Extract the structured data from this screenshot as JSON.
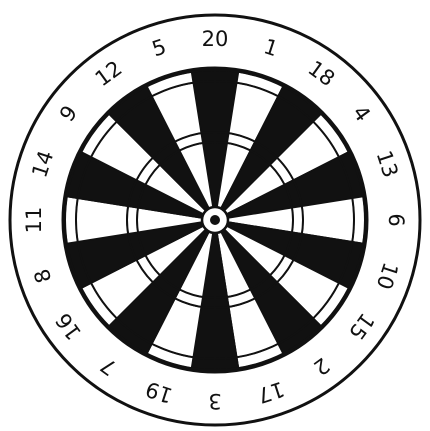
{
  "image": {
    "subject": "dartboard",
    "style": "ink sketch",
    "colors": {
      "ink": "#111111",
      "paper": "#ffffff"
    }
  },
  "dartboard": {
    "numbers": [
      "20",
      "1",
      "18",
      "4",
      "13",
      "6",
      "10",
      "15",
      "2",
      "17",
      "3",
      "19",
      "7",
      "16",
      "8",
      "11",
      "14",
      "9",
      "12",
      "5"
    ]
  }
}
